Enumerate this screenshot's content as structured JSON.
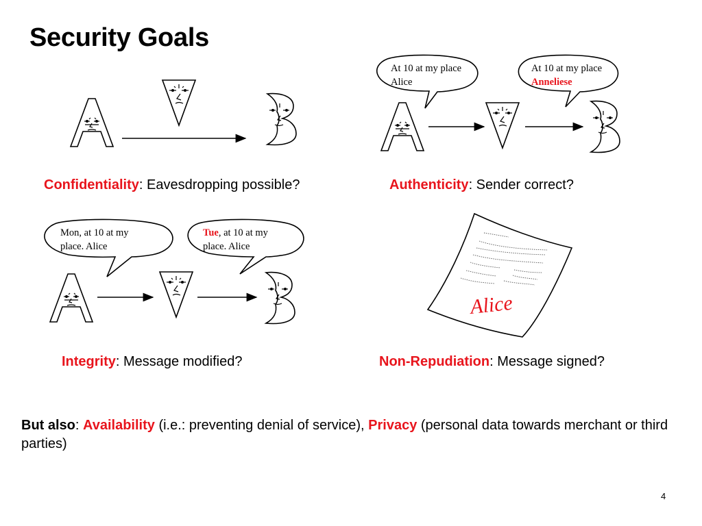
{
  "slide": {
    "title": "Security Goals",
    "page_number": "4"
  },
  "confidentiality": {
    "term": "Confidentiality",
    "desc": ": Eavesdropping possible?"
  },
  "authenticity": {
    "term": "Authenticity",
    "desc": ": Sender correct?",
    "bubble_left": {
      "line1": "At 10 at my place",
      "line2": "Alice"
    },
    "bubble_right": {
      "line1": "At 10 at my place",
      "line2": "Anneliese"
    }
  },
  "integrity": {
    "term": "Integrity",
    "desc": ": Message modified?",
    "bubble_left": {
      "line1": "Mon, at 10 at my",
      "line2": "place. Alice"
    },
    "bubble_right": {
      "line1_red": "Tue",
      "line1_rest": ", at 10 at my",
      "line2": "place. Alice"
    }
  },
  "non_repudiation": {
    "term": "Non-Repudiation",
    "desc": ": Message signed?",
    "signature": "Alice"
  },
  "footer": {
    "lead": "But also",
    "sep1": ": ",
    "availability": "Availability",
    "availability_desc": " (i.e.: preventing denial of service), ",
    "privacy": "Privacy",
    "privacy_desc": " (personal data towards merchant or third parties)"
  },
  "colors": {
    "accent": "#e8141c",
    "text": "#000000"
  },
  "icons": [
    "letter-a-face-icon",
    "letter-b-face-icon",
    "triangle-face-icon",
    "arrow-icon",
    "speech-bubble-icon",
    "signed-document-icon"
  ]
}
